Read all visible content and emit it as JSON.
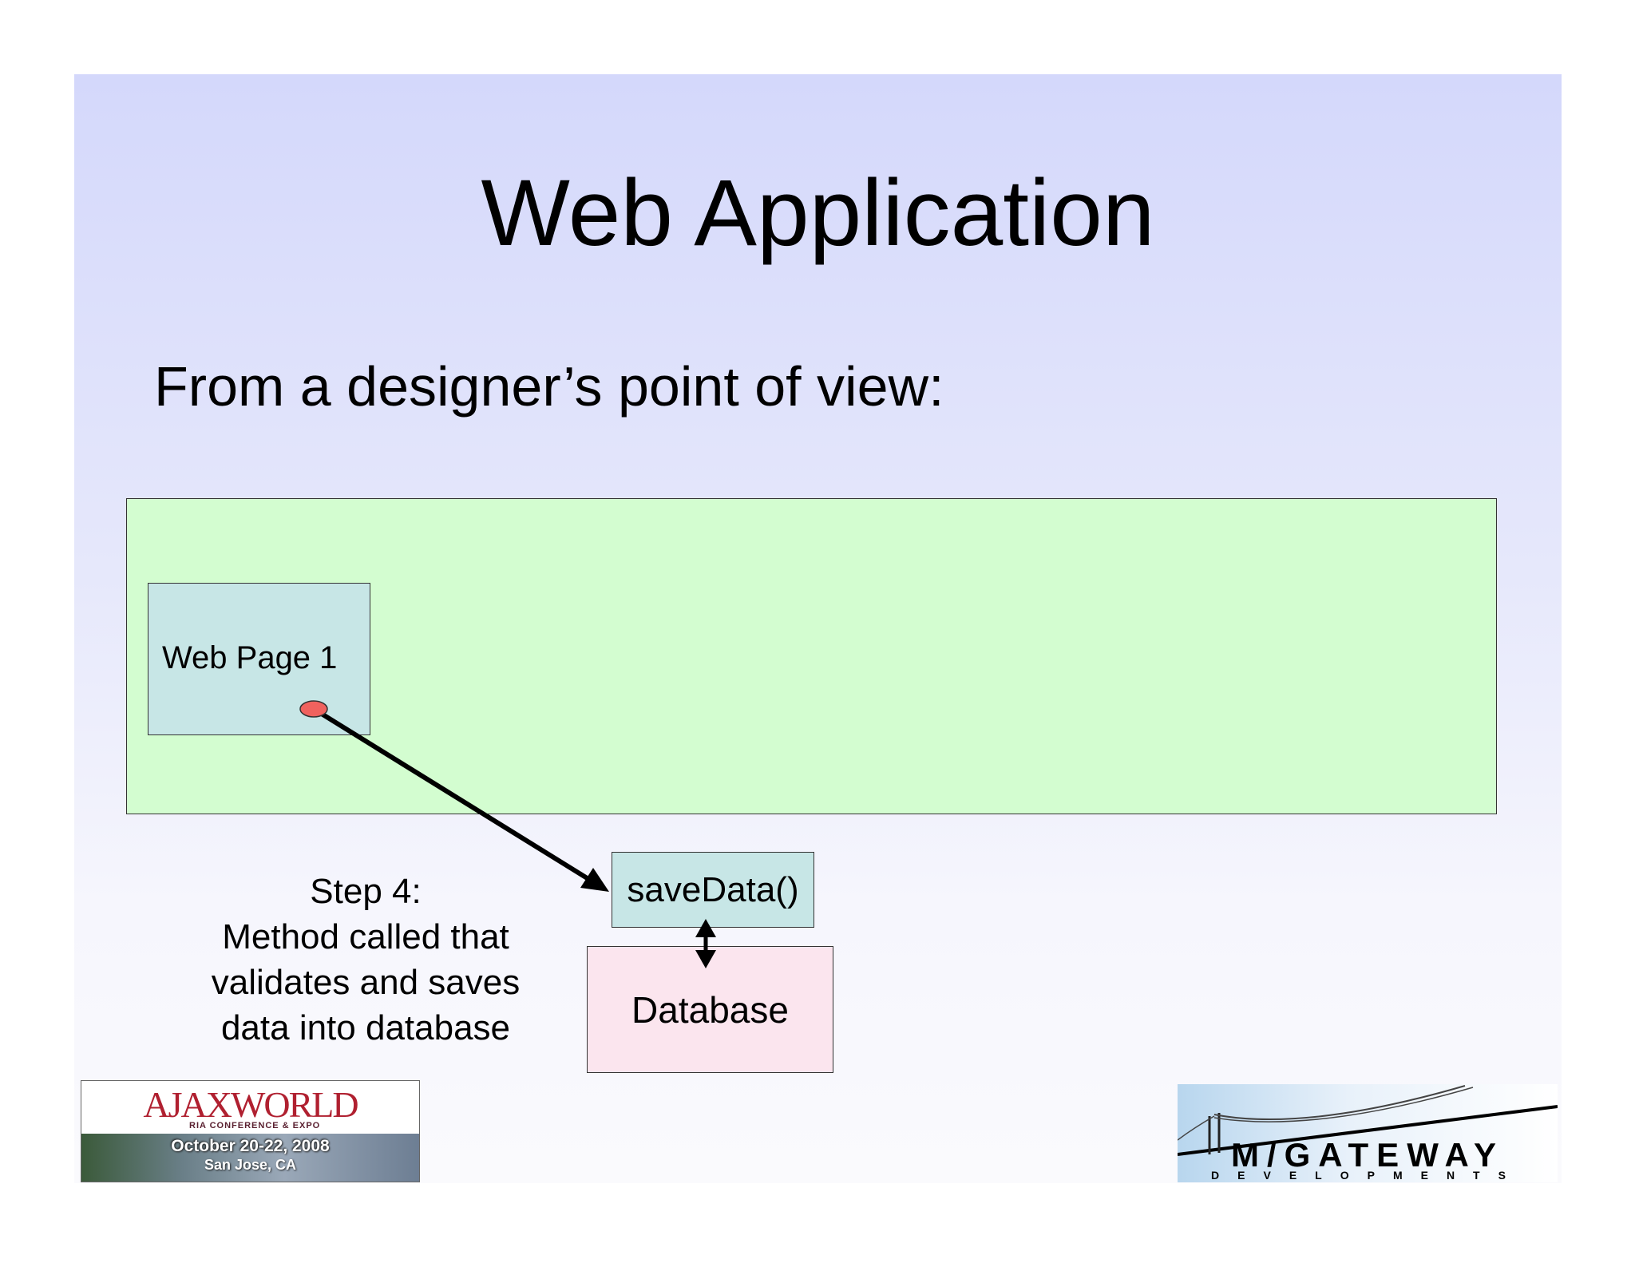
{
  "title": "Web Application",
  "subtitle": "From a designer’s point of view:",
  "diagram": {
    "web_page_label": "Web Page 1",
    "method_label": "saveData()",
    "database_label": "Database",
    "step": {
      "heading": "Step 4:",
      "lines": [
        "Method called that",
        "validates and saves",
        "data into database"
      ]
    }
  },
  "logos": {
    "ajaxworld": {
      "name": "AJAXWORLD",
      "tagline": "RIA CONFERENCE & EXPO",
      "dates": "October 20-22, 2008",
      "location": "San Jose, CA"
    },
    "mgateway": {
      "name": "M/GATEWAY",
      "tagline": "DEVELOPMENTS"
    }
  },
  "colors": {
    "slide_top": "#d4d8fb",
    "web_app_fill": "#d3fdd0",
    "page_fill": "#c7e6e6",
    "database_fill": "#fbe5ee",
    "trigger_dot": "#f0625e"
  }
}
